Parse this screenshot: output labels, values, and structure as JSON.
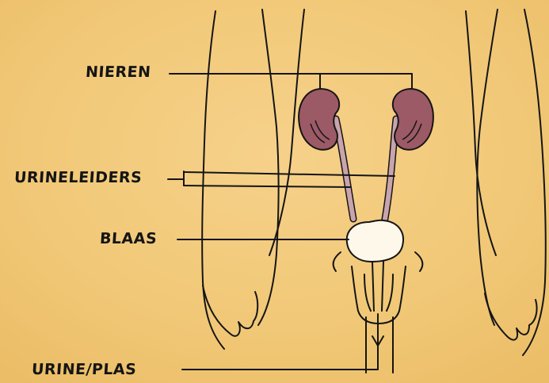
{
  "labels": {
    "kidneys": "NIEREN",
    "ureters": "URINELEIDERS",
    "bladder": "BLAAS",
    "urine": "URINE/PLAS"
  },
  "colors": {
    "background": "#f3cb7d",
    "kidney": "#9c5a66",
    "ureter": "#c9a4ad",
    "bladder": "#fdf8ea",
    "ink": "#151515"
  }
}
